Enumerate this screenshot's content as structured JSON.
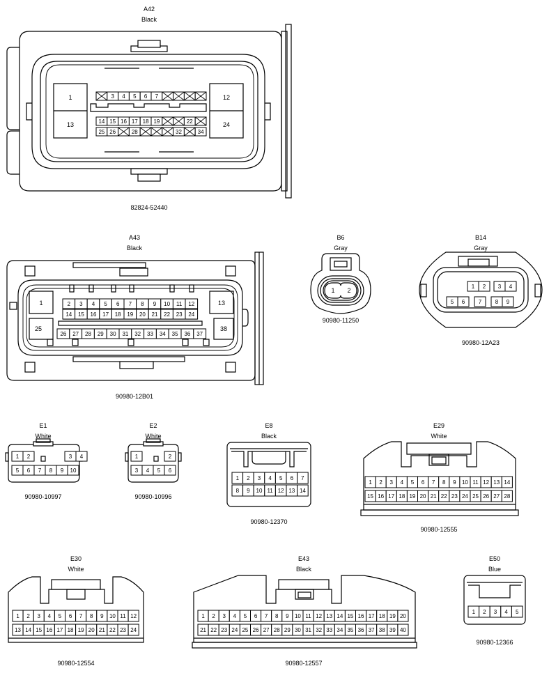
{
  "connectors": [
    {
      "code": "A42",
      "color": "Black",
      "part": "82824-52440",
      "big_pins": [
        "1",
        "13",
        "12",
        "24"
      ],
      "row1": [
        "",
        "3",
        "4",
        "5",
        "6",
        "7",
        "",
        "",
        "",
        ""
      ],
      "row2": [
        "14",
        "15",
        "16",
        "17",
        "18",
        "19",
        "",
        "",
        "22",
        ""
      ],
      "row3": [
        "25",
        "26",
        "",
        "28",
        "",
        "",
        "",
        "32",
        "",
        "34"
      ]
    },
    {
      "code": "A43",
      "color": "Black",
      "part": "90980-12B01",
      "big_pins": [
        "1",
        "13",
        "25",
        "38"
      ],
      "row1": [
        "2",
        "3",
        "4",
        "5",
        "6",
        "7",
        "8",
        "9",
        "10",
        "11",
        "12"
      ],
      "row2": [
        "14",
        "15",
        "16",
        "17",
        "18",
        "19",
        "20",
        "21",
        "22",
        "23",
        "24"
      ],
      "row3": [
        "26",
        "27",
        "28",
        "29",
        "30",
        "31",
        "32",
        "33",
        "34",
        "35",
        "36",
        "37"
      ]
    },
    {
      "code": "B6",
      "color": "Gray",
      "part": "90980-11250",
      "pins": [
        "1",
        "2"
      ]
    },
    {
      "code": "B14",
      "color": "Gray",
      "part": "90980-12A23",
      "row1": [
        "1",
        "2",
        "3",
        "4"
      ],
      "row2": [
        "5",
        "6",
        "7",
        "8",
        "9"
      ]
    },
    {
      "code": "E1",
      "color": "White",
      "part": "90980-10997",
      "row1": [
        "1",
        "2",
        "3",
        "4"
      ],
      "row2": [
        "5",
        "6",
        "7",
        "8",
        "9",
        "10"
      ]
    },
    {
      "code": "E2",
      "color": "White",
      "part": "90980-10996",
      "row1": [
        "1",
        "2"
      ],
      "row2": [
        "3",
        "4",
        "5",
        "6"
      ]
    },
    {
      "code": "E8",
      "color": "Black",
      "part": "90980-12370",
      "row1": [
        "1",
        "2",
        "3",
        "4",
        "5",
        "6",
        "7"
      ],
      "row2": [
        "8",
        "9",
        "10",
        "11",
        "12",
        "13",
        "14"
      ]
    },
    {
      "code": "E29",
      "color": "White",
      "part": "90980-12555",
      "row1": [
        "1",
        "2",
        "3",
        "4",
        "5",
        "6",
        "7",
        "8",
        "9",
        "10",
        "11",
        "12",
        "13",
        "14"
      ],
      "row2": [
        "15",
        "16",
        "17",
        "18",
        "19",
        "20",
        "21",
        "22",
        "23",
        "24",
        "25",
        "26",
        "27",
        "28"
      ]
    },
    {
      "code": "E30",
      "color": "White",
      "part": "90980-12554",
      "row1": [
        "1",
        "2",
        "3",
        "4",
        "5",
        "6",
        "7",
        "8",
        "9",
        "10",
        "11",
        "12"
      ],
      "row2": [
        "13",
        "14",
        "15",
        "16",
        "17",
        "18",
        "19",
        "20",
        "21",
        "22",
        "23",
        "24"
      ]
    },
    {
      "code": "E43",
      "color": "Black",
      "part": "90980-12557",
      "row1": [
        "1",
        "2",
        "3",
        "4",
        "5",
        "6",
        "7",
        "8",
        "9",
        "10",
        "11",
        "12",
        "13",
        "14",
        "15",
        "16",
        "17",
        "18",
        "19",
        "20"
      ],
      "row2": [
        "21",
        "22",
        "23",
        "24",
        "25",
        "26",
        "27",
        "28",
        "29",
        "30",
        "31",
        "32",
        "33",
        "34",
        "35",
        "36",
        "37",
        "38",
        "39",
        "40"
      ]
    },
    {
      "code": "E50",
      "color": "Blue",
      "part": "90980-12366",
      "row1": [
        "1",
        "2",
        "3",
        "4",
        "5"
      ]
    }
  ]
}
